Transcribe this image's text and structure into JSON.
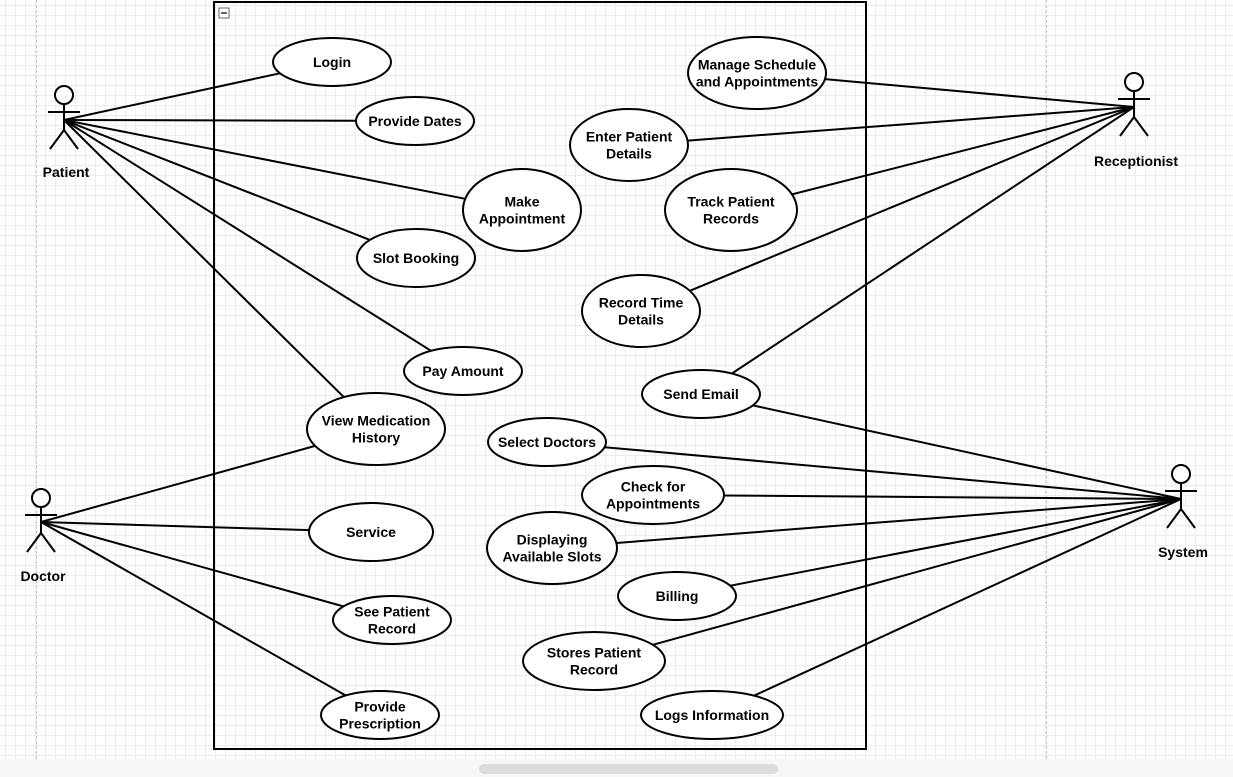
{
  "diagram": {
    "system_boundary": {
      "collapse_glyph": "minus-box-icon"
    },
    "actors": [
      {
        "id": "patient",
        "label": "Patient"
      },
      {
        "id": "doctor",
        "label": "Doctor"
      },
      {
        "id": "receptionist",
        "label": "Receptionist"
      },
      {
        "id": "system",
        "label": "System"
      }
    ],
    "use_cases": [
      {
        "id": "login",
        "lines": [
          "Login"
        ]
      },
      {
        "id": "provide-dates",
        "lines": [
          "Provide Dates"
        ]
      },
      {
        "id": "make-appointment",
        "lines": [
          "Make",
          "Appointment"
        ]
      },
      {
        "id": "slot-booking",
        "lines": [
          "Slot Booking"
        ]
      },
      {
        "id": "pay-amount",
        "lines": [
          "Pay Amount"
        ]
      },
      {
        "id": "view-medication-history",
        "lines": [
          "View Medication",
          "History"
        ]
      },
      {
        "id": "service",
        "lines": [
          "Service"
        ]
      },
      {
        "id": "see-patient-record",
        "lines": [
          "See Patient",
          "Record"
        ]
      },
      {
        "id": "provide-prescription",
        "lines": [
          "Provide",
          "Prescription"
        ]
      },
      {
        "id": "manage-schedule",
        "lines": [
          "Manage Schedule",
          "and Appointments"
        ]
      },
      {
        "id": "enter-patient-details",
        "lines": [
          "Enter Patient",
          "Details"
        ]
      },
      {
        "id": "track-patient-records",
        "lines": [
          "Track Patient",
          "Records"
        ]
      },
      {
        "id": "record-time-details",
        "lines": [
          "Record Time",
          "Details"
        ]
      },
      {
        "id": "send-email",
        "lines": [
          "Send Email"
        ]
      },
      {
        "id": "select-doctors",
        "lines": [
          "Select Doctors"
        ]
      },
      {
        "id": "check-for-appointments",
        "lines": [
          "Check for",
          "Appointments"
        ]
      },
      {
        "id": "displaying-available-slots",
        "lines": [
          "Displaying",
          "Available Slots"
        ]
      },
      {
        "id": "billing",
        "lines": [
          "Billing"
        ]
      },
      {
        "id": "stores-patient-record",
        "lines": [
          "Stores Patient",
          "Record"
        ]
      },
      {
        "id": "logs-information",
        "lines": [
          "Logs Information"
        ]
      }
    ],
    "associations": [
      [
        "patient",
        "login"
      ],
      [
        "patient",
        "provide-dates"
      ],
      [
        "patient",
        "make-appointment"
      ],
      [
        "patient",
        "slot-booking"
      ],
      [
        "patient",
        "pay-amount"
      ],
      [
        "patient",
        "view-medication-history"
      ],
      [
        "doctor",
        "view-medication-history"
      ],
      [
        "doctor",
        "service"
      ],
      [
        "doctor",
        "see-patient-record"
      ],
      [
        "doctor",
        "provide-prescription"
      ],
      [
        "receptionist",
        "manage-schedule"
      ],
      [
        "receptionist",
        "enter-patient-details"
      ],
      [
        "receptionist",
        "track-patient-records"
      ],
      [
        "receptionist",
        "record-time-details"
      ],
      [
        "receptionist",
        "send-email"
      ],
      [
        "system",
        "send-email"
      ],
      [
        "system",
        "select-doctors"
      ],
      [
        "system",
        "check-for-appointments"
      ],
      [
        "system",
        "displaying-available-slots"
      ],
      [
        "system",
        "billing"
      ],
      [
        "system",
        "stores-patient-record"
      ],
      [
        "system",
        "logs-information"
      ]
    ]
  }
}
